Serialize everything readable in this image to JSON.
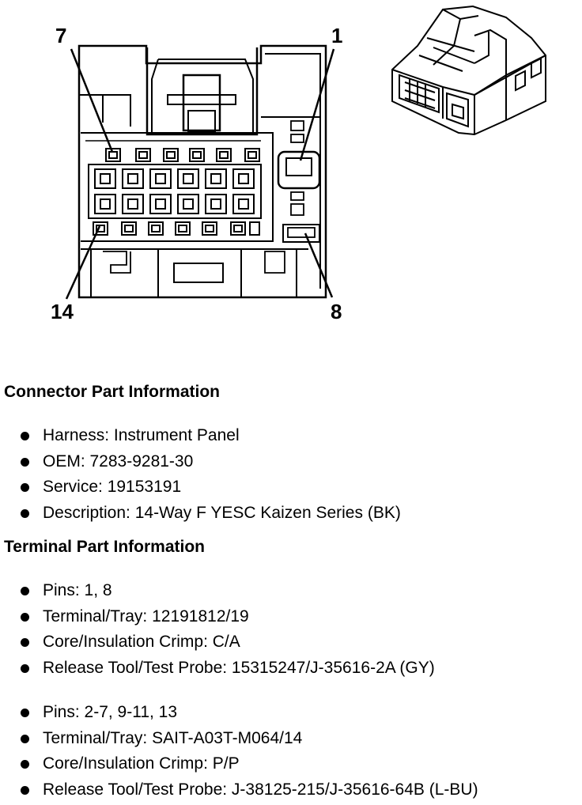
{
  "diagram": {
    "callouts": {
      "pin_7": "7",
      "pin_1": "1",
      "pin_14": "14",
      "pin_8": "8"
    }
  },
  "connector_info": {
    "heading": "Connector Part Information",
    "items": [
      "Harness: Instrument Panel",
      "OEM: 7283-9281-30",
      "Service: 19153191",
      "Description: 14-Way F YESC Kaizen Series (BK)"
    ]
  },
  "terminal_info": {
    "heading": "Terminal Part Information",
    "groups": [
      {
        "items": [
          "Pins: 1, 8",
          "Terminal/Tray: 12191812/19",
          "Core/Insulation Crimp: C/A",
          "Release Tool/Test Probe: 15315247/J-35616-2A (GY)"
        ]
      },
      {
        "items": [
          "Pins: 2-7, 9-11, 13",
          "Terminal/Tray: SAIT-A03T-M064/14",
          "Core/Insulation Crimp: P/P",
          "Release Tool/Test Probe: J-38125-215/J-35616-64B (L-BU)"
        ]
      }
    ]
  }
}
